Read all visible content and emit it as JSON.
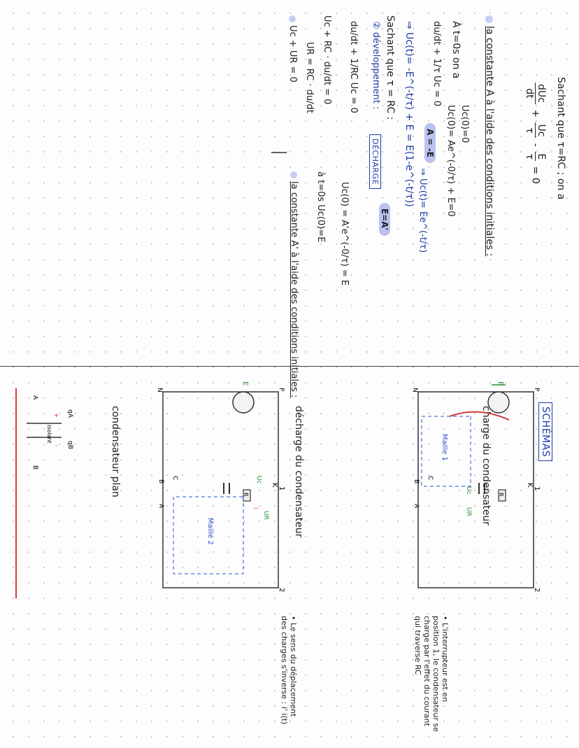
{
  "left": {
    "sachant_line": "Sachant que τ=RC ; on a",
    "eq1": {
      "t1_num": "dUc",
      "t1_den": "dt",
      "plus": "+",
      "t2_num": "Uc",
      "t2_den": "τ",
      "minus": "-",
      "t3_num": "E",
      "t3_den": "τ",
      "eq": "= 0"
    },
    "bullet_A": "la constante A à l'aide des conditions initiales :",
    "at_t0": "À t=0s on a",
    "uc0": "Uc(0)=0",
    "uc0_expr": "Uc(0)= Ae^(-0/τ) + E=0",
    "result_A": "A = -E",
    "solution": "⇒ Uc(t)= -E^(-t/τ) + E = E(1-e^(-t/τ))",
    "dev_label": "② développement :",
    "decharge": "DÉCHARGE",
    "uc_ur": "Uc + UR = 0",
    "ur_eq": "UR = RC · du/dt",
    "uc_rc": "Uc + RC · du/dt = 0",
    "diff_eq": "du/dt + 1/RC Uc = 0",
    "sachant2": "Sachant que τ = RC :",
    "final_eq": "du/dt + 1/τ Uc = 0",
    "bullet_A2": "la constante A' à l'aide des conditions initiales :",
    "at_t0_2": "à t=0s    Uc(0)=E",
    "uc0_2": "Uc(0) = A'e^(-0/τ) = E",
    "result_A2": "E=A'",
    "solution2": "⇒ Uc(t)= Ee^(-t/τ)"
  },
  "right": {
    "schemas": "SCHÉMAS",
    "charge_title": "charge du condensateur",
    "decharge_title": "décharge du condensateur",
    "plan_title": "condensateur plan",
    "maille1": "Maille 1",
    "maille2": "Maille 2",
    "labels": {
      "E": "E",
      "P": "P",
      "N": "N",
      "K": "K",
      "one": "1",
      "two": "2",
      "R": "R",
      "A": "A",
      "B": "B",
      "C": "C",
      "uc": "Uc",
      "ur": "UR",
      "i": "i",
      "minus": "-",
      "plus": "+",
      "isolant": "isolant",
      "qa": "qA",
      "qb": "qB"
    },
    "note1": "• L'interrupteur est en position 1, le condensateur se charge par l'effet du courant qui traverse RC",
    "note2": "• Le sens du déplacement des charges s'inverse : i' i(t)"
  }
}
